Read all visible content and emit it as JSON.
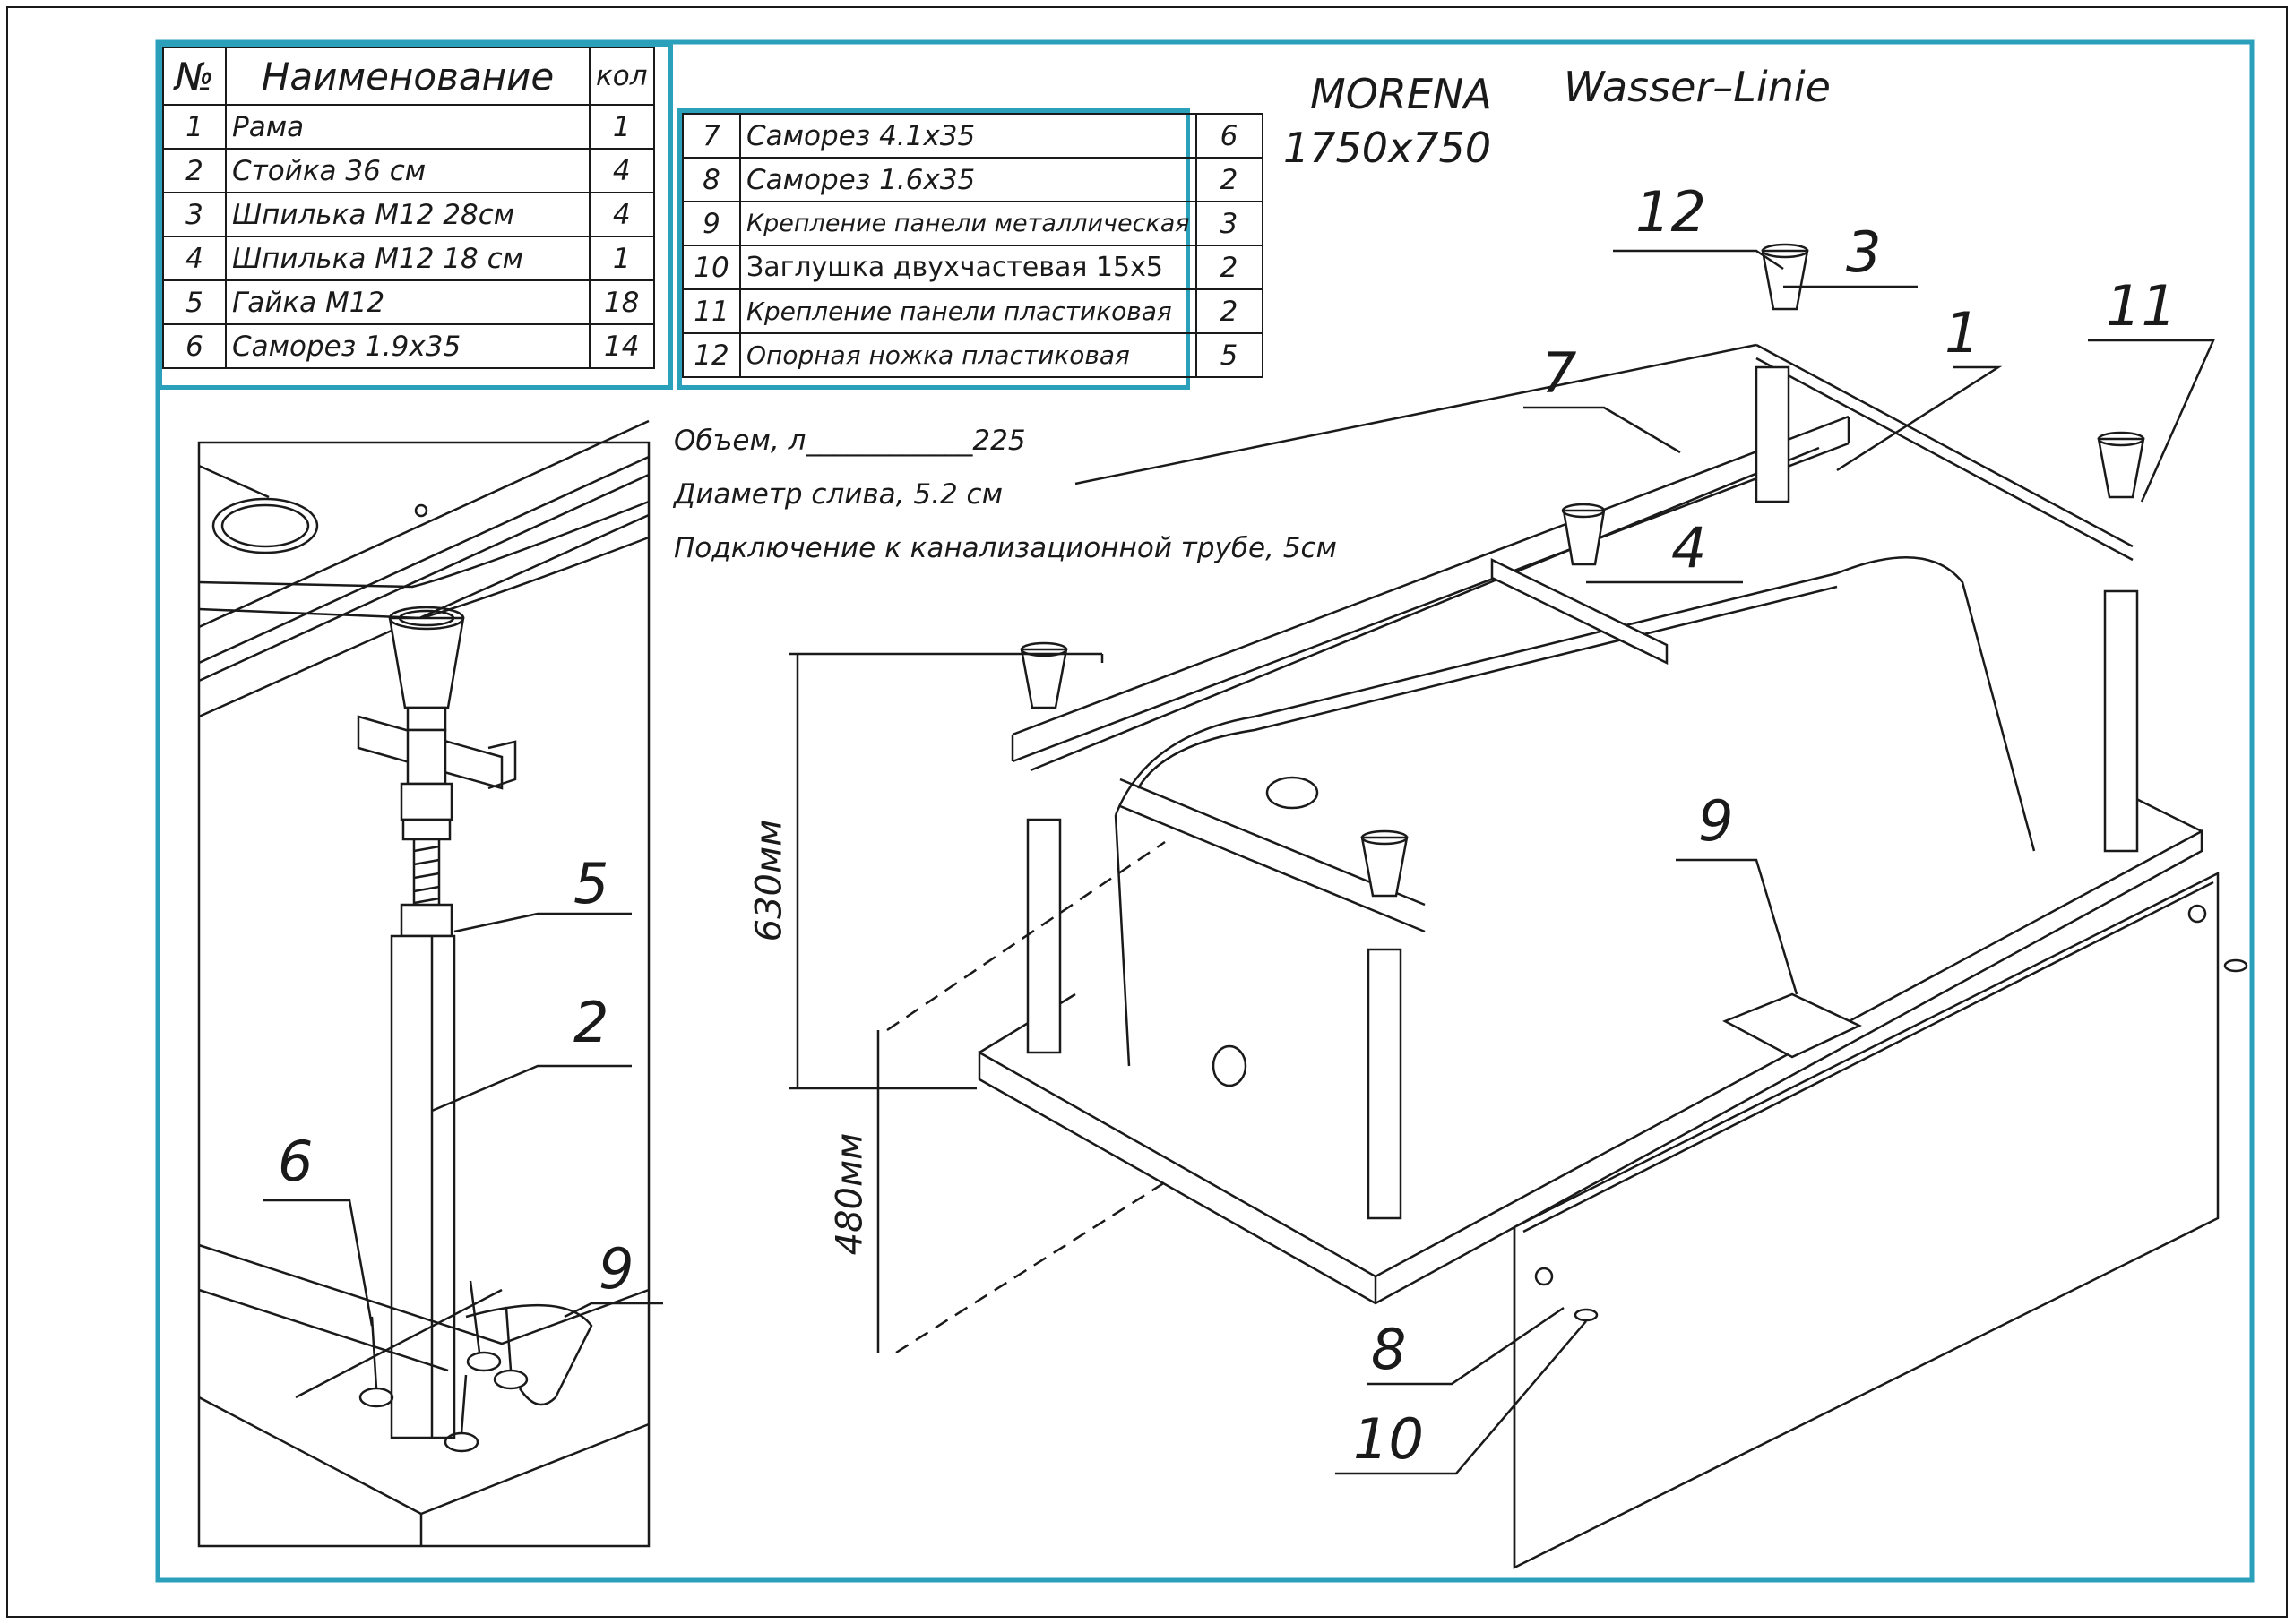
{
  "title": {
    "model": "MORENA",
    "size": "1750x750",
    "brand": "Wasser–Linie"
  },
  "table_header": {
    "num": "№",
    "name": "Наименование",
    "qty": "кол"
  },
  "parts_left": [
    {
      "num": "1",
      "name": "Рама",
      "qty": "1"
    },
    {
      "num": "2",
      "name": "Стойка  36 см",
      "qty": "4"
    },
    {
      "num": "3",
      "name": "Шпилька М12 28см",
      "qty": "4"
    },
    {
      "num": "4",
      "name": "Шпилька М12 18     см",
      "qty": "1"
    },
    {
      "num": "5",
      "name": "Гайка М12",
      "qty": "18"
    },
    {
      "num": "6",
      "name": "Саморез 1.9х35",
      "qty": "14"
    }
  ],
  "parts_right": [
    {
      "num": "7",
      "name": "Саморез 4.1х35",
      "qty": "6"
    },
    {
      "num": "8",
      "name": "Саморез 1.6х35",
      "qty": "2"
    },
    {
      "num": "9",
      "name": "Крепление панели металлическая",
      "qty": "3"
    },
    {
      "num": "10",
      "name": "Заглушка двухчастевая 15х5",
      "qty": "2"
    },
    {
      "num": "11",
      "name": "Крепление панели пластиковая",
      "qty": "2"
    },
    {
      "num": "12",
      "name": "Опорная ножка пластиковая",
      "qty": "5"
    }
  ],
  "specs": {
    "volume": "Объем, л____________225",
    "drain": "Диаметр слива,  5.2 см",
    "sewer": "Подключение к канализационной трубе, 5см"
  },
  "dimensions": {
    "height_total": "630мм",
    "height_front": "480мм"
  },
  "callouts": {
    "detail": [
      "5",
      "2",
      "6",
      "9"
    ],
    "main": [
      "12",
      "3",
      "1",
      "11",
      "7",
      "4",
      "9",
      "8",
      "10"
    ]
  },
  "colors": {
    "frame": "#2aa0bb",
    "lines": "#1a1a1a"
  }
}
